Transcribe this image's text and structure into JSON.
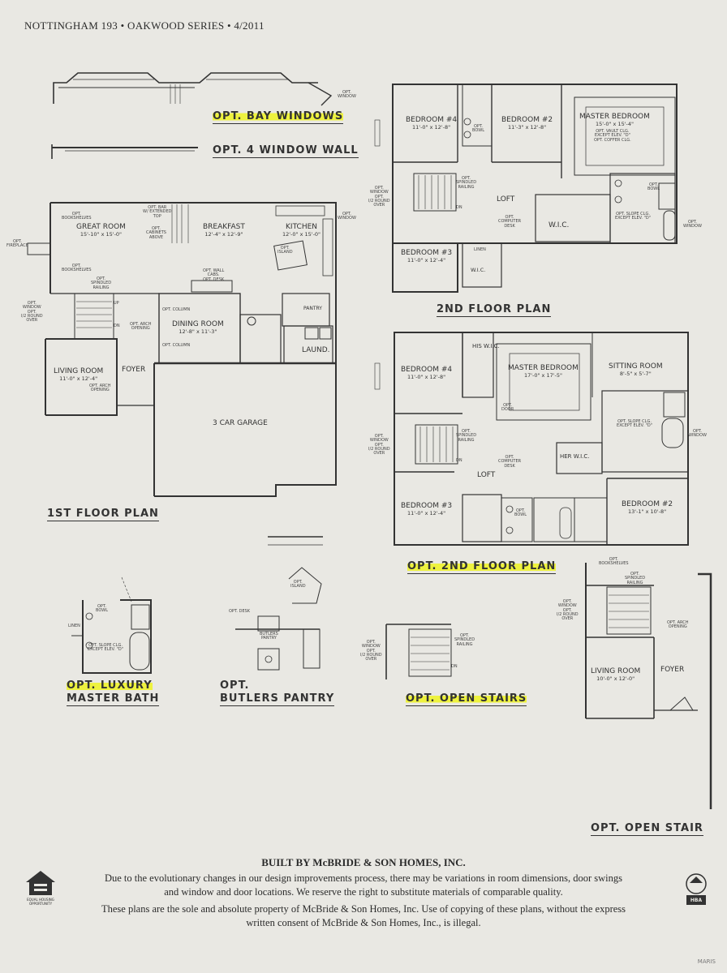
{
  "header": {
    "title": "NOTTINGHAM 193 • OAKWOOD SERIES • 4/2011"
  },
  "labels": {
    "bay_windows": "OPT. BAY WINDOWS",
    "four_window_wall": "OPT. 4 WINDOW WALL",
    "first_floor": "1ST FLOOR PLAN",
    "second_floor": "2ND FLOOR PLAN",
    "opt_second_floor": "OPT. 2ND FLOOR PLAN",
    "luxury_bath_line1": "OPT. LUXURY",
    "luxury_bath_line2": "MASTER BATH",
    "butlers_line1": "OPT.",
    "butlers_line2": "BUTLERS PANTRY",
    "open_stairs": "OPT. OPEN STAIRS",
    "open_stair": "OPT. OPEN STAIR"
  },
  "rooms": {
    "great_room": {
      "name": "GREAT ROOM",
      "dim": "15'-10\" x 15'-0\""
    },
    "breakfast": {
      "name": "BREAKFAST",
      "dim": "12'-4\" x 12'-9\""
    },
    "kitchen": {
      "name": "KITCHEN",
      "dim": "12'-0\" x 15'-0\""
    },
    "dining_room": {
      "name": "DINING ROOM",
      "dim": "12'-8\" x 11'-3\""
    },
    "living_room": {
      "name": "LIVING ROOM",
      "dim": "11'-0\" x 12'-4\""
    },
    "foyer": {
      "name": "FOYER"
    },
    "laund": {
      "name": "LAUND."
    },
    "pantry": {
      "name": "PANTRY"
    },
    "garage": {
      "name": "3 CAR GARAGE"
    },
    "bedroom4": {
      "name": "BEDROOM #4",
      "dim": "11'-0\" x 12'-8\""
    },
    "bedroom2": {
      "name": "BEDROOM #2",
      "dim": "11'-3\" x 12'-8\""
    },
    "master": {
      "name": "MASTER BEDROOM",
      "dim": "15'-0\" x 15'-4\""
    },
    "loft": {
      "name": "LOFT"
    },
    "wic": {
      "name": "W.I.C."
    },
    "bedroom3": {
      "name": "BEDROOM #3",
      "dim": "11'-0\" x 12'-4\""
    },
    "linen": {
      "name": "LINEN"
    },
    "o_bedroom4": {
      "name": "BEDROOM #4",
      "dim": "11'-0\" x 12'-8\""
    },
    "o_his_wic": {
      "name": "HIS W.I.C."
    },
    "o_master": {
      "name": "MASTER BEDROOM",
      "dim": "17'-0\" x 17'-5\""
    },
    "o_sitting": {
      "name": "SITTING ROOM",
      "dim": "8'-5\" x 5'-7\""
    },
    "o_her_wic": {
      "name": "HER W.I.C."
    },
    "o_loft": {
      "name": "LOFT"
    },
    "o_bedroom3": {
      "name": "BEDROOM #3",
      "dim": "11'-0\" x 12'-4\""
    },
    "o_bedroom2": {
      "name": "BEDROOM #2",
      "dim": "13'-1\" x 10'-8\""
    },
    "stair_living": {
      "name": "LIVING ROOM",
      "dim": "10'-0\" x 12'-0\""
    },
    "stair_foyer": {
      "name": "FOYER"
    }
  },
  "notes": {
    "opt_window": "OPT.\nWINDOW",
    "opt_fireplace": "OPT.\nFIREPLACE",
    "opt_bookshelves": "OPT.\nBOOKSHELVES",
    "opt_bar": "OPT. BAR\nW/ EXTENDED\nTOP",
    "opt_cabinets": "OPT.\nCABINETS\nABOVE",
    "opt_island": "OPT.\nISLAND",
    "opt_spindled": "OPT.\nSPINDLED\nRAILING",
    "opt_wall_cabs": "OPT. WALL\nCABS.\nOPT. DESK",
    "opt_column": "OPT. COLUMN",
    "opt_arch": "OPT. ARCH\nOPENING",
    "window_round": "OPT.\nWINDOW\nOPT.\nI/2 ROUND\nOVER",
    "opt_computer_desk": "OPT.\nCOMPUTER\nDESK",
    "opt_vault": "OPT. VAULT CLG.\nEXCEPT ELEV. \"D\"\nOPT. COFFER CLG.",
    "opt_slope": "OPT. SLOPE CLG.\nEXCEPT ELEV. \"D\"",
    "opt_bowl": "OPT.\nBOWL",
    "opt_door": "OPT.\nDOOR",
    "opt_desk": "OPT. DESK",
    "butlers_pantry": "BUTLERS\nPANTRY",
    "linen": "LINEN",
    "dn": "DN",
    "up": "UP"
  },
  "footer": {
    "builder": "BUILT BY McBRIDE & SON HOMES, INC.",
    "disclaimer1": "Due to the evolutionary changes in our design improvements process, there may be variations in room dimensions, door swings",
    "disclaimer2": "and window and door locations. We reserve the right to substitute materials of comparable quality.",
    "property1": "These plans are the sole and absolute property of McBride & Son Homes, Inc. Use of copying of these plans, without the express",
    "property2": "written consent of McBride & Son Homes, Inc., is illegal.",
    "equal_housing": "EQUAL HOUSING\nOPPORTUNITY",
    "hba": "HBA",
    "watermark": "MARIS"
  },
  "colors": {
    "line": "#333333",
    "highlight": "#eef23f",
    "paper": "#e9e8e3"
  }
}
